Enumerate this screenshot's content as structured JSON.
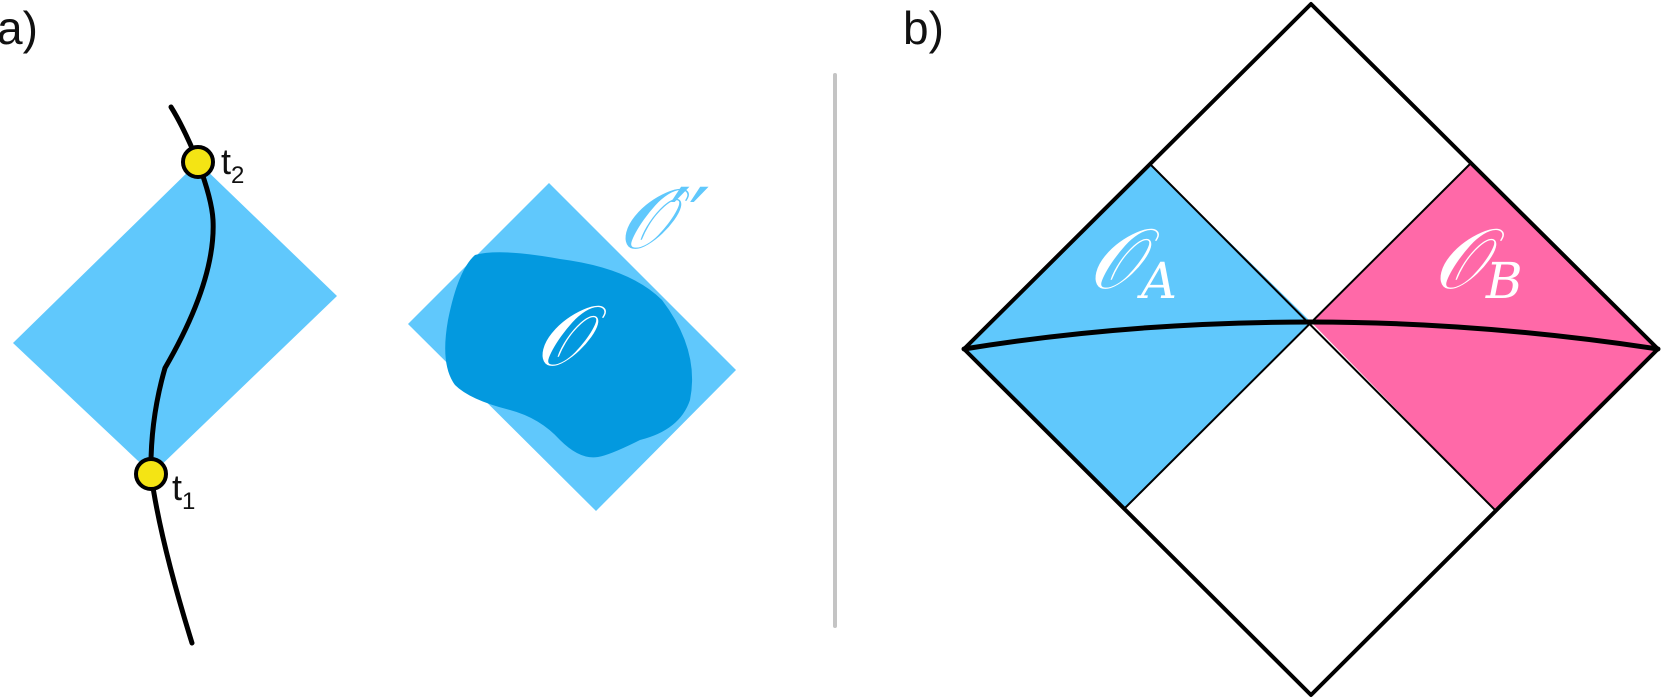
{
  "panels": {
    "a": {
      "label": "a)",
      "markers": {
        "t1": {
          "base": "t",
          "sub": "1"
        },
        "t2": {
          "base": "t",
          "sub": "2"
        }
      },
      "region": {
        "symbol": "𝒪"
      },
      "commutant": {
        "symbol": "𝒪",
        "primes": "′′"
      }
    },
    "b": {
      "label": "b)",
      "region_a": {
        "symbol": "𝒪",
        "sub": "A"
      },
      "region_b": {
        "symbol": "𝒪",
        "sub": "B"
      }
    }
  },
  "colors": {
    "light_blue": "#60c8fc",
    "dark_blue": "#0399df",
    "pink": "#ff69a8",
    "yellow": "#f4e414",
    "line": "#000000",
    "divider": "#c4c4c4"
  }
}
